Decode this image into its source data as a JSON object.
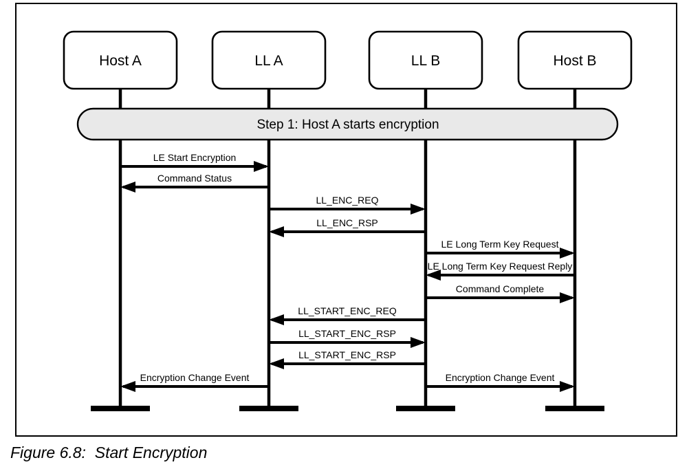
{
  "diagram": {
    "banner": {
      "label": "Step 1: Host A starts encryption",
      "fill": "#e9e9e9"
    },
    "actors": [
      {
        "label": "Host A"
      },
      {
        "label": "LL A"
      },
      {
        "label": "LL B"
      },
      {
        "label": "Host B"
      }
    ],
    "messages": [
      {
        "label": "LE Start Encryption",
        "from": "Host A",
        "to": "LL A",
        "direction": "right"
      },
      {
        "label": "Command Status",
        "from": "LL A",
        "to": "Host A",
        "direction": "left"
      },
      {
        "label": "LL_ENC_REQ",
        "from": "LL A",
        "to": "LL B",
        "direction": "right"
      },
      {
        "label": "LL_ENC_RSP",
        "from": "LL B",
        "to": "LL A",
        "direction": "left"
      },
      {
        "label": "LE Long Term Key Request",
        "from": "LL B",
        "to": "Host B",
        "direction": "right"
      },
      {
        "label": "LE Long Term Key Request Reply",
        "from": "Host B",
        "to": "LL B",
        "direction": "left"
      },
      {
        "label": "Command Complete",
        "from": "LL B",
        "to": "Host B",
        "direction": "right"
      },
      {
        "label": "LL_START_ENC_REQ",
        "from": "LL B",
        "to": "LL A",
        "direction": "left"
      },
      {
        "label": "LL_START_ENC_RSP",
        "from": "LL A",
        "to": "LL B",
        "direction": "right"
      },
      {
        "label": "LL_START_ENC_RSP",
        "from": "LL B",
        "to": "LL A",
        "direction": "left"
      },
      {
        "label": "Encryption Change Event",
        "from": "LL A",
        "to": "Host A",
        "direction": "left"
      },
      {
        "label": "Encryption Change Event",
        "from": "LL B",
        "to": "Host B",
        "direction": "right"
      }
    ]
  },
  "caption": {
    "text": "Figure 6.8:  Start Encryption"
  },
  "colors": {
    "line": "#000000",
    "banner_fill": "#e9e9e9",
    "background": "#ffffff"
  }
}
